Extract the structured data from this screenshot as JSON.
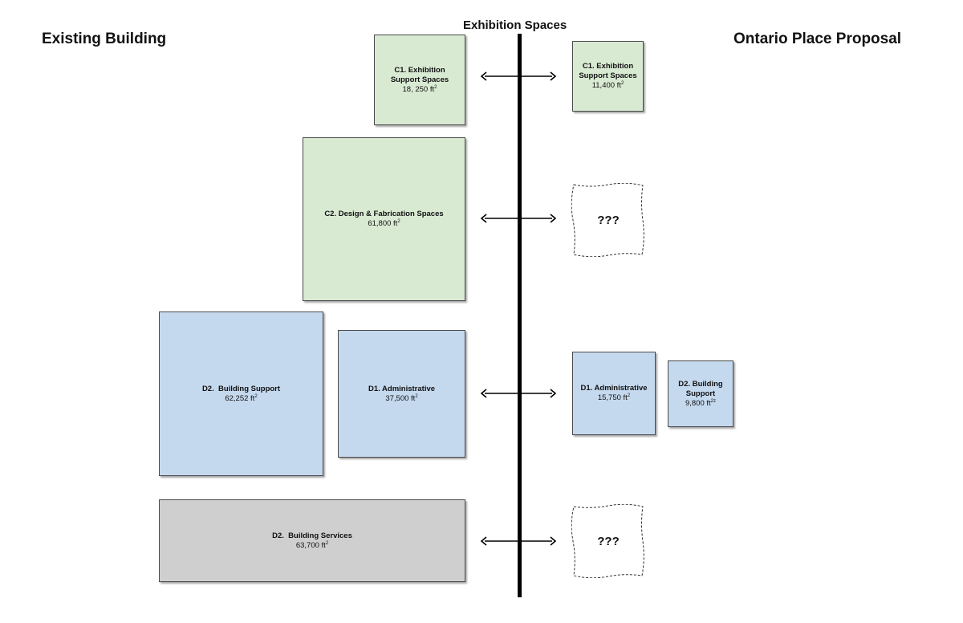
{
  "headings": {
    "left": "Existing Building",
    "center": "Exhibition Spaces",
    "right": "Ontario Place Proposal"
  },
  "colors": {
    "exhibition": "#d9ead3",
    "administrative": "#c5d9ee",
    "services": "#cfcfcf",
    "divider": "#000000"
  },
  "existing": {
    "c1": {
      "label": "C1. Exhibition Support Spaces",
      "value": "18, 250 ft",
      "sup": "2"
    },
    "c2": {
      "label": "C2. Design & Fabrication Spaces",
      "value": "61,800 ft",
      "sup": "2"
    },
    "d2_support": {
      "label": "D2.  Building Support",
      "value": "62,252 ft",
      "sup": "2"
    },
    "d1": {
      "label": "D1. Administrative",
      "value": "37,500 ft",
      "sup": "2"
    },
    "d2_services": {
      "label": "D2.  Building Services",
      "value": "63,700 ft",
      "sup": "2"
    }
  },
  "proposal": {
    "c1": {
      "label": "C1. Exhibition Support Spaces",
      "value": "11,400 ft",
      "sup": "2"
    },
    "c2_unknown": "???",
    "d1": {
      "label": "D1. Administrative",
      "value": "15,750 ft",
      "sup": "2"
    },
    "d2_support": {
      "label": "D2. Building Support",
      "value": "9,800 ft",
      "sup": "2z"
    },
    "d2_services_unknown": "???"
  }
}
